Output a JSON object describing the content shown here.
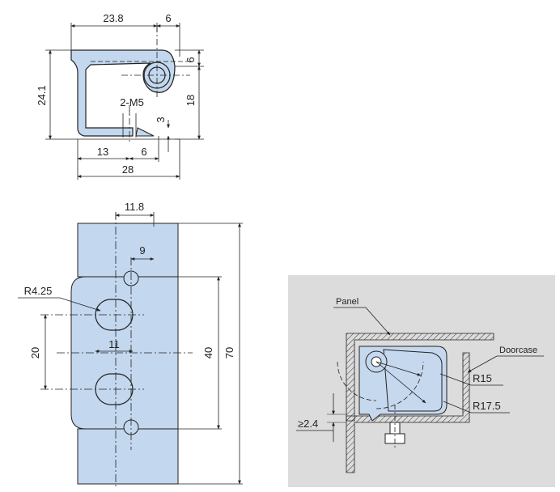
{
  "top_view": {
    "dims": {
      "width_left": "23.8",
      "width_right": "6",
      "height_total": "24.1",
      "right_top": "6",
      "right_height": "18",
      "thread": "2-M5",
      "gap": "3",
      "bottom_left": "13",
      "bottom_mid": "6",
      "total_width": "28"
    }
  },
  "front_view": {
    "dims": {
      "offset": "11.8",
      "slot_width": "9",
      "radius": "R4.25",
      "hole_pitch": "20",
      "slot_len": "11",
      "leaf_height": "40",
      "total_height": "70"
    }
  },
  "install_view": {
    "labels": {
      "panel": "Panel",
      "doorcase": "Doorcase",
      "r_small": "R15",
      "r_large": "R17.5",
      "gap": "≥2.4"
    },
    "colors": {
      "background": "#dcdcdc",
      "part": "#c5d8ee"
    }
  },
  "colors": {
    "part_fill": "#c3d7ee",
    "line": "#222222"
  }
}
